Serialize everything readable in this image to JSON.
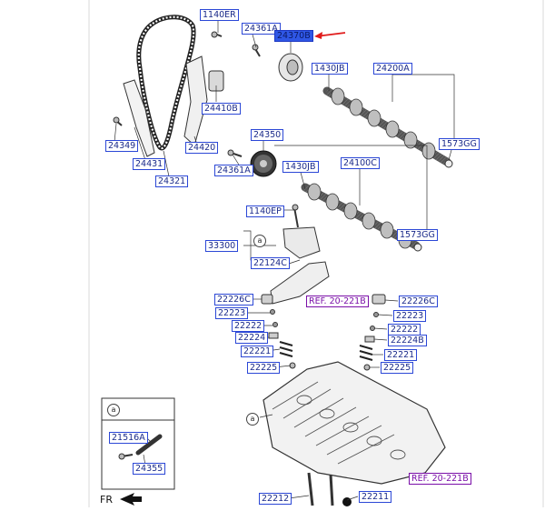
{
  "parts": {
    "p1140ER": "1140ER",
    "p24361A_top": "24361A",
    "p24370B": "24370B",
    "p1430JB_top": "1430JB",
    "p24200A": "24200A",
    "p1573GG_top": "1573GG",
    "p24410B": "24410B",
    "p24349": "24349",
    "p24420": "24420",
    "p24431": "24431",
    "p24321": "24321",
    "p24350": "24350",
    "p24361A_mid": "24361A",
    "p1430JB_mid": "1430JB",
    "p24100C": "24100C",
    "p1140EP": "1140EP",
    "p1573GG_mid": "1573GG",
    "p33300": "33300",
    "p22124C": "22124C",
    "p22226C_left": "22226C",
    "p22226C_right": "22226C",
    "p22223_left": "22223",
    "p22223_right": "22223",
    "p22222_left": "22222",
    "p22222_right": "22222",
    "p22224_left": "22224",
    "p22224B_right": "22224B",
    "p22221_left": "22221",
    "p22221_right": "22221",
    "p22225_left": "22225",
    "p22225_right": "22225",
    "p21516A": "21516A",
    "p24355": "24355",
    "p22212": "22212",
    "p22211": "22211"
  },
  "refs": {
    "ref_top": "REF. 20-221B",
    "ref_bottom": "REF. 20-221B"
  },
  "callout": "a",
  "front_label": "FR",
  "colors": {
    "label_border": "#2b47d6",
    "label_text": "#1a2a8a",
    "highlight": "#2f57e6",
    "ref": "#7a0fa8",
    "arrow": "#e01b1b"
  }
}
